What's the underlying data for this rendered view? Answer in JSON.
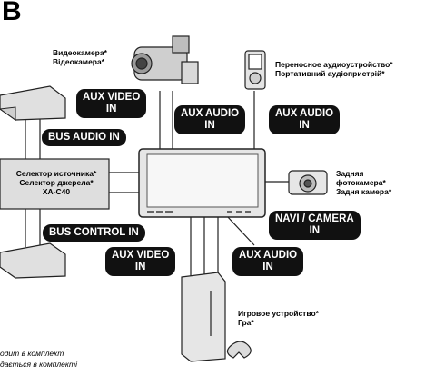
{
  "section_letter": "B",
  "devices": {
    "camcorder": [
      "Видеокамера*",
      "Відеокамера*"
    ],
    "portable_audio": [
      "Переносное аудиоустройство*",
      "Портативний аудіопристрій*"
    ],
    "rear_camera": [
      "Задняя",
      "фотокамера*",
      "Задня камера*"
    ],
    "source_selector": [
      "Селектор источника*",
      "Селектор джерела*",
      "XA-C40"
    ],
    "game_device": [
      "Игровое устройство*",
      "Гра*"
    ]
  },
  "connectors": {
    "aux_video_top": [
      "AUX VIDEO",
      "IN"
    ],
    "aux_audio_top_left": [
      "AUX AUDIO",
      "IN"
    ],
    "aux_audio_top_right": [
      "AUX AUDIO",
      "IN"
    ],
    "bus_audio": "BUS AUDIO IN",
    "bus_control": "BUS CONTROL IN",
    "navi_camera": [
      "NAVI / CAMERA",
      "IN"
    ],
    "aux_video_bottom": [
      "AUX VIDEO",
      "IN"
    ],
    "aux_audio_bottom": [
      "AUX AUDIO",
      "IN"
    ]
  },
  "footnotes": [
    "одит в комплект",
    "дається в комплекті"
  ]
}
